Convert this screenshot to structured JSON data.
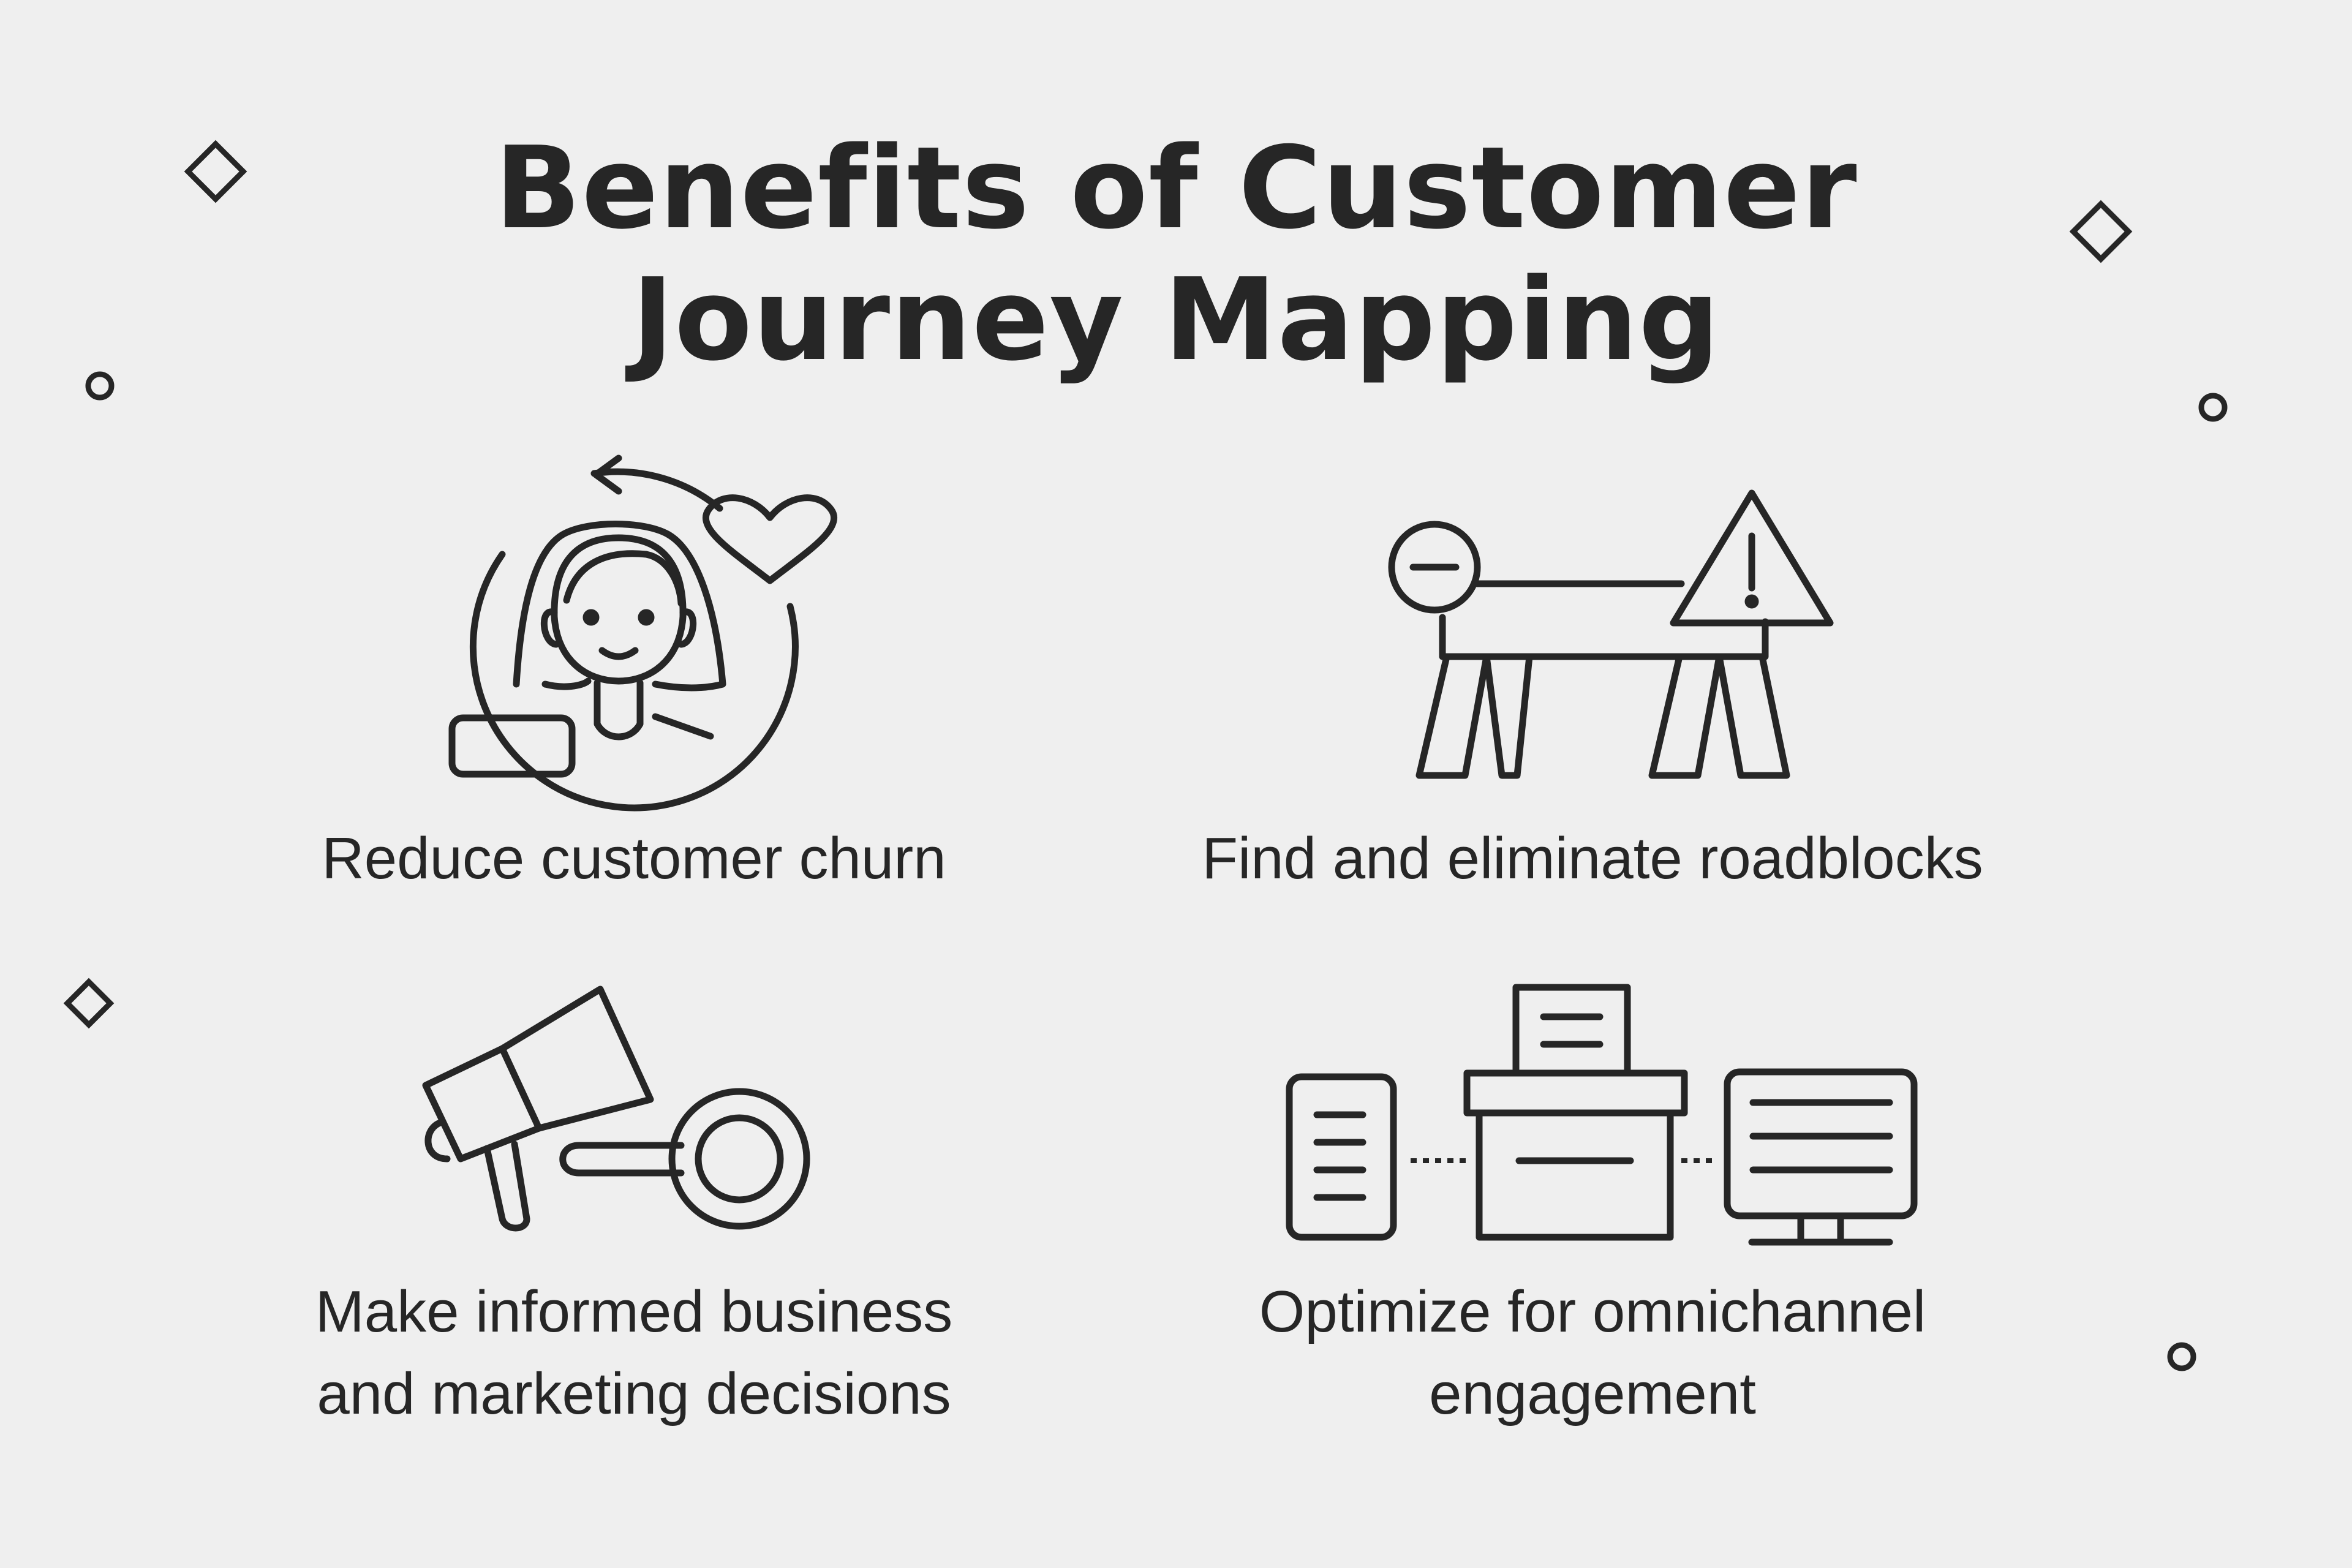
{
  "title": {
    "line1": "Benefits of Customer",
    "line2": "Journey Mapping"
  },
  "benefits": [
    {
      "line1": "Reduce customer churn",
      "icon": "customer-heart-icon"
    },
    {
      "line1": "Find and eliminate roadblocks",
      "icon": "roadblock-barrier-icon"
    },
    {
      "line1": "Make informed business",
      "line2": "and marketing decisions",
      "icon": "megaphone-magnifier-icon"
    },
    {
      "line1": "Optimize for omnichannel",
      "line2": "engagement",
      "icon": "omnichannel-devices-icon"
    }
  ],
  "colors": {
    "background": "#efefef",
    "ink": "#262626"
  }
}
